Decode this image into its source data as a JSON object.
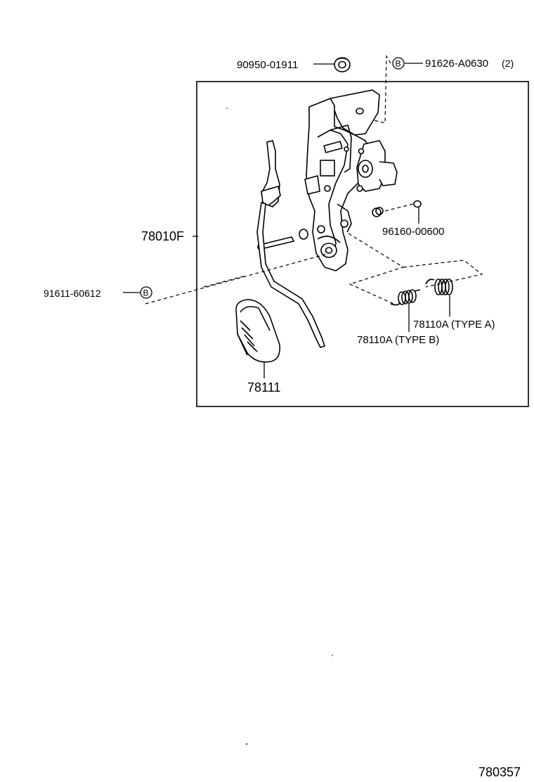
{
  "callouts": {
    "part_90950": "90950-01911",
    "part_91626": "91626-A0630",
    "part_91626_qty": "(2)",
    "part_78010F": "78010F",
    "part_96160": "96160-00600",
    "part_91611": "91611-60612",
    "part_78110A_a": "78110A (TYPE  A)",
    "part_78110A_b": "78110A (TYPE  B)",
    "part_78111": "78111",
    "ref_letter": "B"
  },
  "footer": {
    "diagram_number": "780357"
  }
}
